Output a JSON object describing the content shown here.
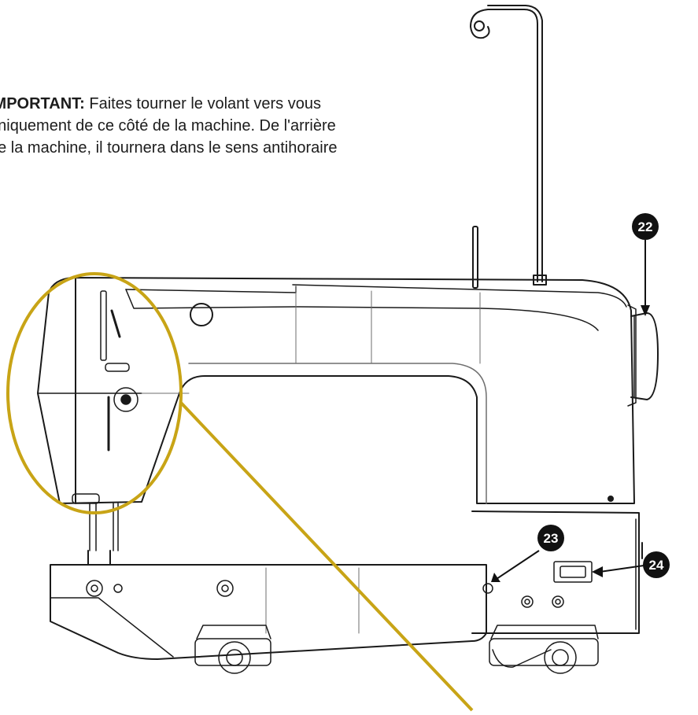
{
  "note": {
    "label": "IMPORTANT:",
    "line1": " Faites tourner le volant vers vous",
    "line2": "uniquement de ce côté de la machine. De l'arrière",
    "line3": "de la machine, il tournera dans le sens antihoraire"
  },
  "callouts": [
    {
      "number": "22",
      "part": "handwheel"
    },
    {
      "number": "23",
      "part": "lower-port"
    },
    {
      "number": "24",
      "part": "serial-connector"
    }
  ],
  "colors": {
    "line": "#1a1a1a",
    "detail": "#6e6e6e",
    "highlight": "#c8a416",
    "callout_bg": "#111111",
    "callout_text": "#ffffff"
  }
}
